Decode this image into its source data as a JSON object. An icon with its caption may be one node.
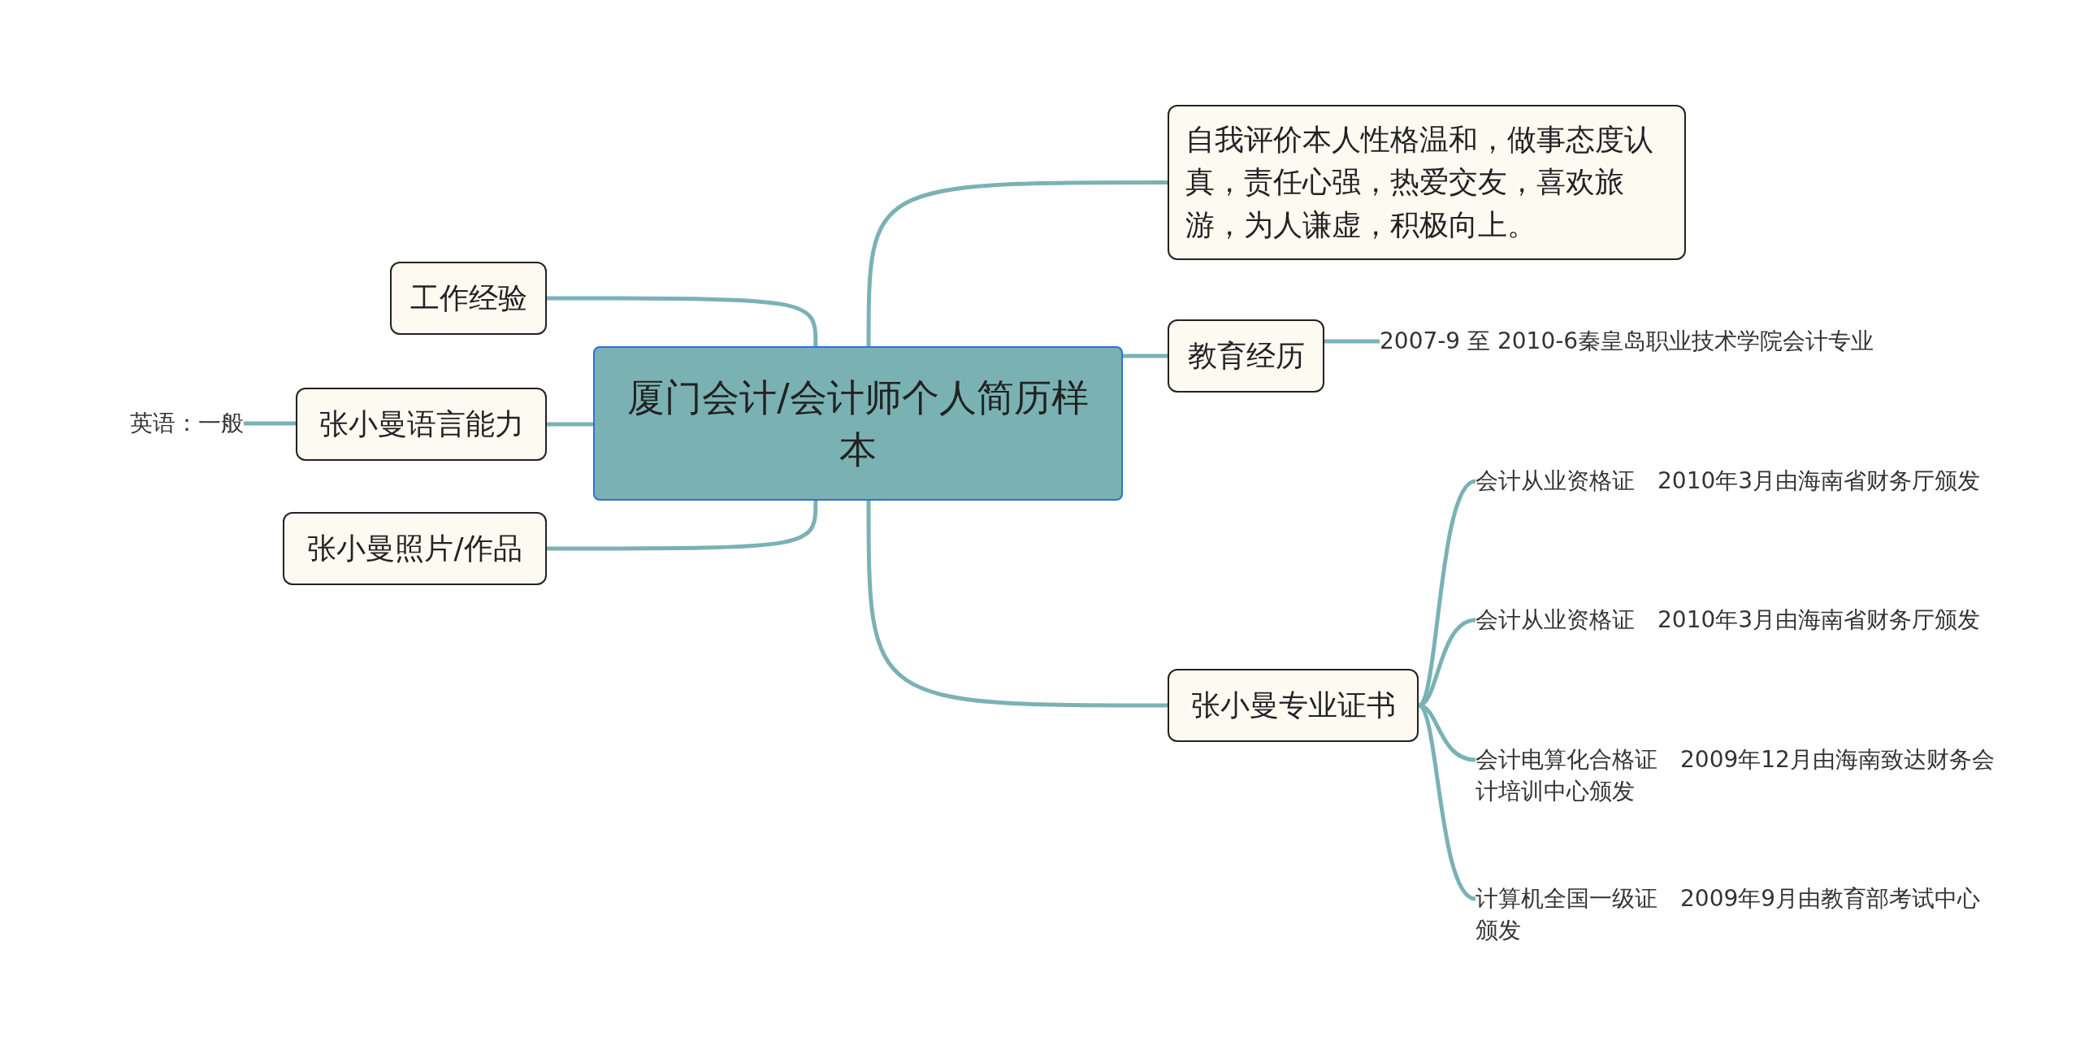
{
  "diagram": {
    "nodes": [
      {
        "text": [
          "厦门会计/会计师个人简历样本"
        ]
      },
      {
        "text": [
          "自我评价本人性格温和，做事态度认真，责任心强，热爱交友，喜欢旅游，为人谦虚，积极向上。"
        ]
      },
      {
        "text": [
          "教育经历"
        ]
      },
      {
        "text": [
          "2007-9 至 2010-6秦皇岛职业技术学院会计专业"
        ]
      },
      {
        "text": [
          "张小曼专业证书"
        ]
      },
      {
        "text": [
          "会计从业资格证　2010年3月由海南省财务厅颁发"
        ]
      },
      {
        "text": [
          "会计从业资格证　2010年3月由海南省财务厅颁发"
        ]
      },
      {
        "text": [
          "会计电算化合格证　2009年12月由海南致达财务会计培训中心颁发"
        ]
      },
      {
        "text": [
          "计算机全国一级证　2009年9月由教育部考试中心颁发"
        ]
      },
      {
        "text": [
          "工作经验"
        ]
      },
      {
        "text": [
          "张小曼语言能力"
        ]
      },
      {
        "text": [
          "英语：一般"
        ]
      },
      {
        "text": [
          "张小曼照片/作品"
        ]
      }
    ],
    "edges": [
      {
        "from": 0,
        "to": 1,
        "arrow": "none"
      },
      {
        "from": 0,
        "to": 2,
        "arrow": "none"
      },
      {
        "from": 2,
        "to": 3,
        "arrow": "none"
      },
      {
        "from": 0,
        "to": 4,
        "arrow": "none"
      },
      {
        "from": 4,
        "to": 5,
        "arrow": "none"
      },
      {
        "from": 4,
        "to": 6,
        "arrow": "none"
      },
      {
        "from": 4,
        "to": 7,
        "arrow": "none"
      },
      {
        "from": 4,
        "to": 8,
        "arrow": "none"
      },
      {
        "from": 0,
        "to": 9,
        "arrow": "none"
      },
      {
        "from": 0,
        "to": 10,
        "arrow": "none"
      },
      {
        "from": 10,
        "to": 11,
        "arrow": "none"
      },
      {
        "from": 0,
        "to": 12,
        "arrow": "none"
      }
    ]
  }
}
